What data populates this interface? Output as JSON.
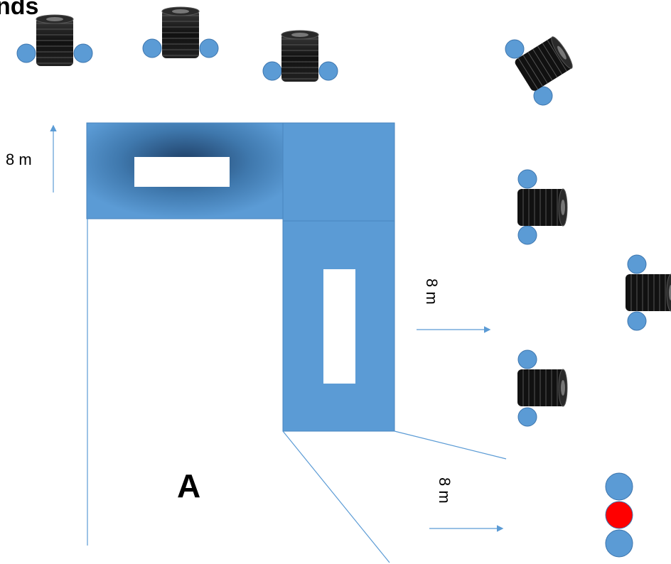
{
  "header": {
    "partial_title": "nds"
  },
  "labels": {
    "dim_left": "8 m",
    "dim_mid": "8 m",
    "dim_bottom": "8 m",
    "area": "A"
  },
  "colors": {
    "block": "#5b9bd5",
    "block_dark": "#1f3f66",
    "circle": "#5b9bd5",
    "circle_alert": "#ff0000",
    "tire": "#111111",
    "line": "#5b9bd5"
  },
  "icons": {
    "tire_stack": "tire-stack-icon",
    "cone_marker": "circle-marker-icon"
  }
}
